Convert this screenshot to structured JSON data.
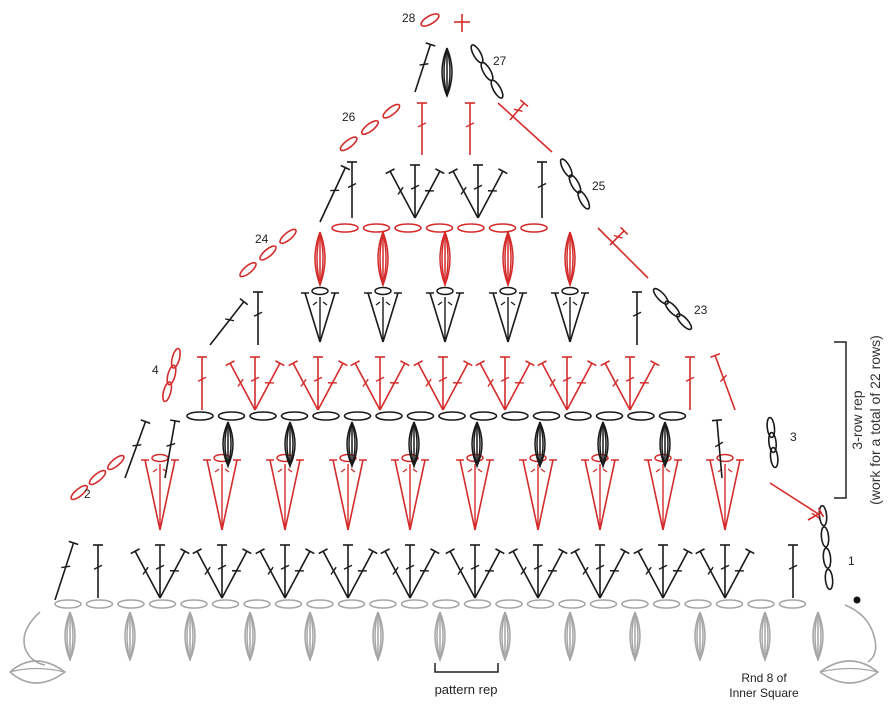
{
  "row_labels": {
    "r1": "1",
    "r2": "2",
    "r3": "3",
    "r4": "4",
    "r23": "23",
    "r24": "24",
    "r25": "25",
    "r26": "26",
    "r27": "27",
    "r28": "28"
  },
  "annotations": {
    "pattern_rep": "pattern rep",
    "rnd8_line1": "Rnd 8 of",
    "rnd8_line2": "Inner Square",
    "rep_line1": "3-row rep",
    "rep_line2": "(work for a total of 22 rows)"
  },
  "colors": {
    "black": "#1a1a1a",
    "red": "#d42b2b",
    "gray": "#a6a6a6"
  }
}
